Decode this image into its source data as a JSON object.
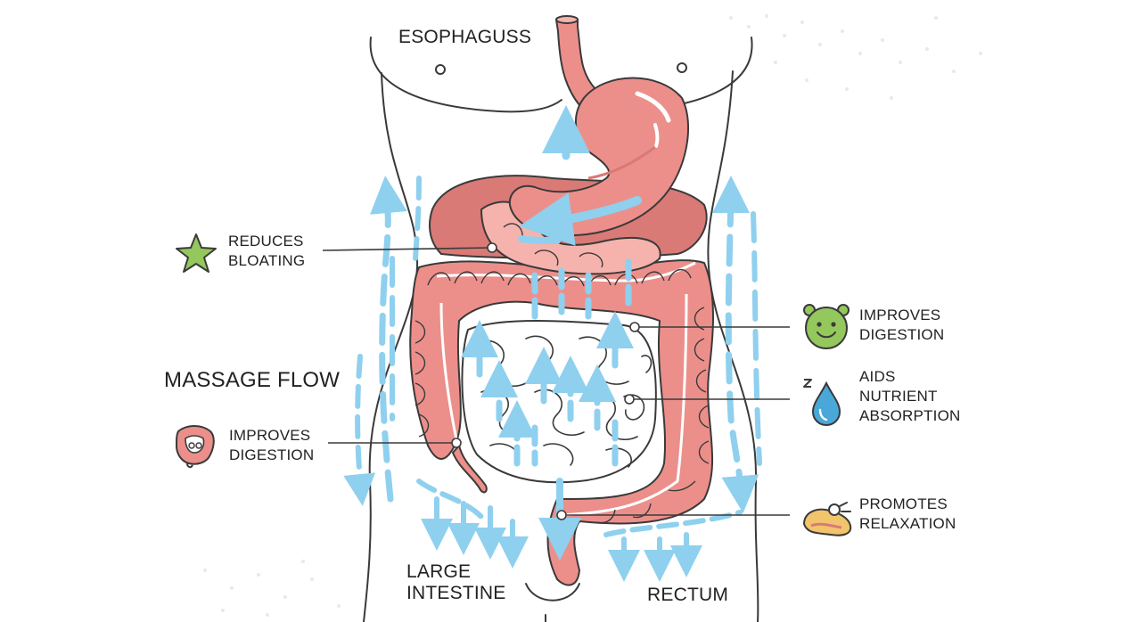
{
  "labels": {
    "esophagus": "ESOPHAGUSS",
    "massage_flow": "MASSAGE FLOW",
    "reduces_bloating": "REDUCES\nBLOATING",
    "improves_digestion_left": "IMPROVES\nDIGESTION",
    "improves_digestion_right": "IMPROVES\nDIGESTION",
    "aids_nutrient_absorption": "AIDS\nNUTRIENT\nABSORPTION",
    "promotes_relaxation": "PROMOTES\nRELAXATION",
    "large_intestine": "LARGE\nINTESTINE",
    "rectum": "RECTUM"
  },
  "icons": {
    "reduces_bloating": "star-icon",
    "improves_digestion_left": "intestine-icon",
    "improves_digestion_right": "smiley-icon",
    "aids_nutrient_absorption": "water-drop-icon",
    "promotes_relaxation": "relaxation-icon"
  },
  "colors": {
    "organ_fill": "#ec8f8b",
    "organ_light": "#f6b3ad",
    "organ_dark": "#d97a76",
    "outline": "#3a3a3a",
    "arrow": "#8fd0ee",
    "star": "#95c85c",
    "smiley": "#95c85c",
    "drop": "#4aa8d8",
    "relax": "#f2c46b"
  }
}
